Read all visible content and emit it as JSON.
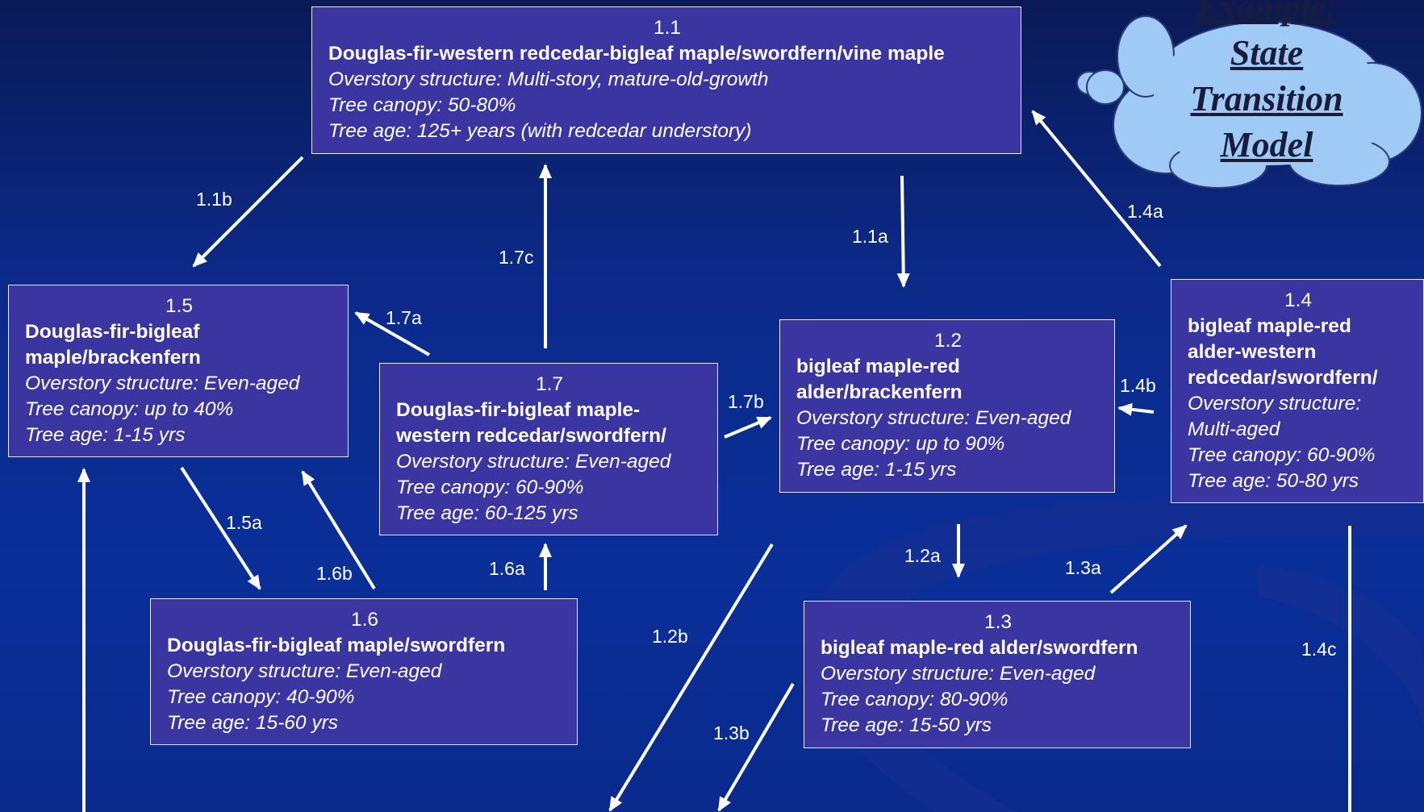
{
  "callout": {
    "lines": [
      "Example:",
      "State",
      "Transition",
      "Model"
    ],
    "fill": "#9ecaf5"
  },
  "colors": {
    "box_fill": "#3a35a0",
    "background": "#0b2a8a",
    "arrow": "#ffffff"
  },
  "states": {
    "s11": {
      "number": "1.1",
      "name": "Douglas-fir-western redcedar-bigleaf maple/swordfern/vine maple",
      "structure": "Overstory structure: Multi-story, mature-old-growth",
      "canopy": "Tree canopy: 50-80%",
      "age": "Tree age: 125+ years (with redcedar understory)"
    },
    "s12": {
      "number": "1.2",
      "name_lines": [
        "bigleaf maple-red",
        "alder/brackenfern"
      ],
      "structure": "Overstory structure: Even-aged",
      "canopy": "Tree canopy: up to 90%",
      "age": "Tree age: 1-15 yrs"
    },
    "s13": {
      "number": "1.3",
      "name": "bigleaf maple-red alder/swordfern",
      "structure": "Overstory structure: Even-aged",
      "canopy": "Tree canopy: 80-90%",
      "age": "Tree age: 15-50 yrs"
    },
    "s14": {
      "number": "1.4",
      "name_lines": [
        "bigleaf maple-red",
        "alder-western",
        "redcedar/swordfern/"
      ],
      "structure_lines": [
        "Overstory structure:",
        "Multi-aged"
      ],
      "canopy": "Tree canopy: 60-90%",
      "age": "Tree age: 50-80 yrs"
    },
    "s15": {
      "number": "1.5",
      "name_lines": [
        "Douglas-fir-bigleaf",
        "maple/brackenfern"
      ],
      "structure": "Overstory structure: Even-aged",
      "canopy": "Tree canopy: up to 40%",
      "age": "Tree age: 1-15 yrs"
    },
    "s16": {
      "number": "1.6",
      "name": "Douglas-fir-bigleaf maple/swordfern",
      "structure": "Overstory structure: Even-aged",
      "canopy": "Tree canopy: 40-90%",
      "age": "Tree age: 15-60 yrs"
    },
    "s17": {
      "number": "1.7",
      "name_lines": [
        "Douglas-fir-bigleaf maple-",
        "western redcedar/swordfern/"
      ],
      "structure": "Overstory structure: Even-aged",
      "canopy": "Tree canopy: 60-90%",
      "age": "Tree age: 60-125 yrs"
    }
  },
  "transitions": {
    "t11a": "1.1a",
    "t11b": "1.1b",
    "t12a": "1.2a",
    "t12b": "1.2b",
    "t13a": "1.3a",
    "t13b": "1.3b",
    "t14a": "1.4a",
    "t14b": "1.4b",
    "t14c": "1.4c",
    "t15a": "1.5a",
    "t16a": "1.6a",
    "t16b": "1.6b",
    "t17a": "1.7a",
    "t17b": "1.7b",
    "t17c": "1.7c"
  }
}
